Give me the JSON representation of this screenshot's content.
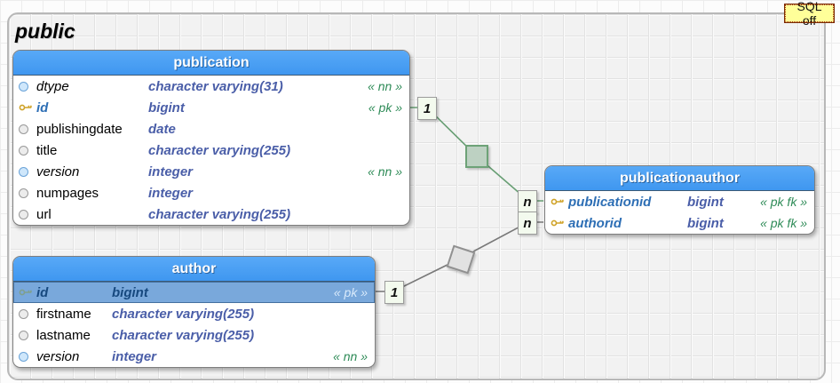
{
  "app": {
    "sql_toggle_label": "SQL off"
  },
  "schema": {
    "name": "public"
  },
  "tables": [
    {
      "id": "publication",
      "title": "publication",
      "columns": [
        {
          "icon": "notnull",
          "name": "dtype",
          "type": "character varying(31)",
          "tag": "« nn »",
          "style": "nn"
        },
        {
          "icon": "pk",
          "name": "id",
          "type": "bigint",
          "tag": "« pk »",
          "style": "pk"
        },
        {
          "icon": "nullable",
          "name": "publishingdate",
          "type": "date",
          "tag": ""
        },
        {
          "icon": "nullable",
          "name": "title",
          "type": "character varying(255)",
          "tag": ""
        },
        {
          "icon": "notnull",
          "name": "version",
          "type": "integer",
          "tag": "« nn »",
          "style": "nn"
        },
        {
          "icon": "nullable",
          "name": "numpages",
          "type": "integer",
          "tag": ""
        },
        {
          "icon": "nullable",
          "name": "url",
          "type": "character varying(255)",
          "tag": ""
        }
      ]
    },
    {
      "id": "publicationauthor",
      "title": "publicationauthor",
      "columns": [
        {
          "icon": "pk",
          "name": "publicationid",
          "type": "bigint",
          "tag": "« pk fk »",
          "style": "pk"
        },
        {
          "icon": "pk",
          "name": "authorid",
          "type": "bigint",
          "tag": "« pk fk »",
          "style": "pk"
        }
      ]
    },
    {
      "id": "author",
      "title": "author",
      "columns": [
        {
          "icon": "pk",
          "name": "id",
          "type": "bigint",
          "tag": "« pk »",
          "style": "pk",
          "selected": true
        },
        {
          "icon": "nullable",
          "name": "firstname",
          "type": "character varying(255)",
          "tag": ""
        },
        {
          "icon": "nullable",
          "name": "lastname",
          "type": "character varying(255)",
          "tag": ""
        },
        {
          "icon": "notnull",
          "name": "version",
          "type": "integer",
          "tag": "« nn »",
          "style": "nn"
        }
      ]
    }
  ],
  "relationships": [
    {
      "from": "publication",
      "to": "publicationauthor",
      "from_card": "1",
      "to_card": "n",
      "highlighted": true
    },
    {
      "from": "author",
      "to": "publicationauthor",
      "from_card": "1",
      "to_card": "n",
      "highlighted": false
    }
  ],
  "colors": {
    "table_header": "#479ff4",
    "pk_name_text": "#2e6fb5",
    "type_text": "#4a5ea8",
    "tag_text": "#2e8b57",
    "selected_row": "#79a8db",
    "relation_highlight": "#679e73",
    "relation_normal": "#787878",
    "sql_toggle_bg": "#ffff99",
    "sql_toggle_border": "#a33400"
  }
}
